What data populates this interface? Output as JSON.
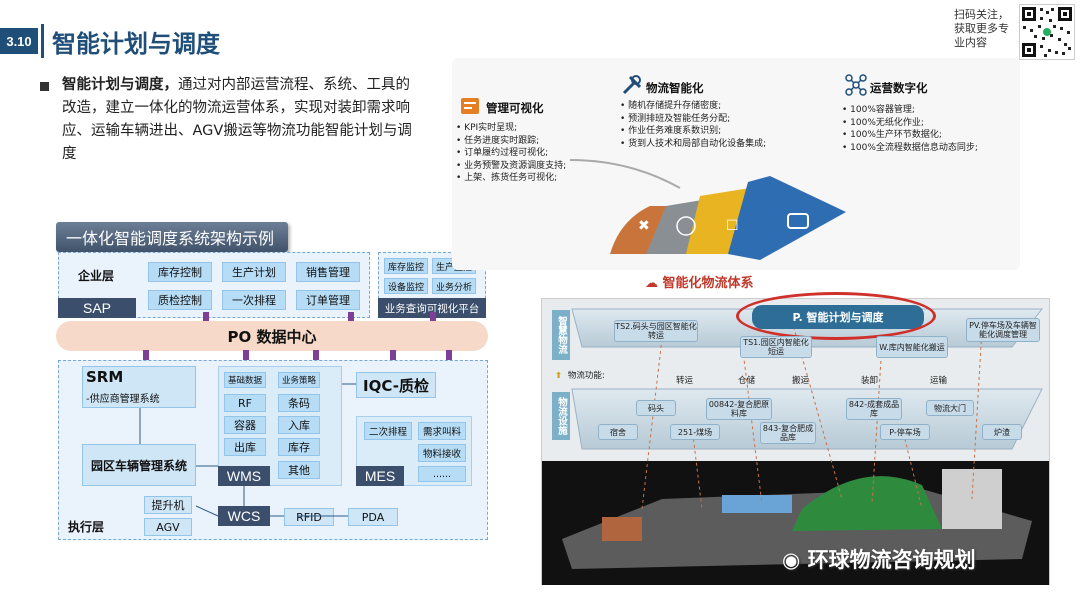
{
  "header": {
    "section_no": "3.10",
    "title": "智能计划与调度",
    "qr_text": "扫码关注，获取更多专业内容"
  },
  "bullet": {
    "bold": "智能计划与调度，",
    "text": "通过对内部运营流程、系统、工具的改造，建立一体化的物流运营体系，实现对装卸需求响应、运输车辆进出、AGV搬运等物流功能智能计划与调度"
  },
  "arch": {
    "title": "一体化智能调度系统架构示例",
    "enterprise_label": "企业层",
    "sap": "SAP",
    "enterprise_cells": [
      "库存控制",
      "生产计划",
      "销售管理",
      "质检控制",
      "一次排程",
      "订单管理"
    ],
    "monitor_cells": [
      "库存监控",
      "生产监控",
      "设备监控",
      "业务分析"
    ],
    "monitor_platform": "业务查询可视化平台",
    "po": "PO 数据中心",
    "srm": "SRM",
    "srm_sub": "-供应商管理系统",
    "park": "园区车辆管理系统",
    "wms_left": [
      "基础数据",
      "RF",
      "容器",
      "出库"
    ],
    "wms_right": [
      "业务策略",
      "条码",
      "入库",
      "库存",
      "其他"
    ],
    "wms": "WMS",
    "iqc": "IQC-质检",
    "mes_cells": [
      "二次排程",
      "需求叫料",
      "物料接收",
      "......"
    ],
    "mes": "MES",
    "hoist": "提升机",
    "agv": "AGV",
    "wcs": "WCS",
    "rfid": "RFID",
    "pda": "PDA",
    "exec_label": "执行层"
  },
  "system": {
    "col1": {
      "title": "管理可视化",
      "items": [
        "KPI实时呈现;",
        "任务进度实时跟踪;",
        "订单履约过程可视化;",
        "业务预警及资源调度支持;",
        "上架、拣货任务可视化;"
      ]
    },
    "col2": {
      "title": "物流智能化",
      "items": [
        "随机存储提升存储密度;",
        "预测排班及智能任务分配;",
        "作业任务难度系数识别;",
        "货到人技术和局部自动化设备集成;"
      ]
    },
    "col3": {
      "title": "运营数字化",
      "items": [
        "100%容器管理;",
        "100%无纸化作业;",
        "100%生产环节数据化;",
        "100%全流程数据信息动态同步;"
      ]
    },
    "name": "智能化物流体系",
    "colors": [
      "#c9743a",
      "#8a8f94",
      "#e8b422",
      "#2f6db3"
    ]
  },
  "map": {
    "side_top": "智慧物流",
    "side_bottom": "物流设施",
    "center": "P. 智能计划与调度",
    "top_tags": [
      "TS2.码头与园区智能化转运",
      "TS1.园区内智能化短运",
      "W.库内智能化搬运",
      "PV.停车场及车辆智能化调度管理"
    ],
    "func_label": "物流功能:",
    "funcs": [
      "转运",
      "仓储",
      "搬运",
      "装卸",
      "运输"
    ],
    "bottom_tags": [
      "码头",
      "00842-复合肥原料库",
      "842-成套成品库",
      "物流大门",
      "宿舍",
      "251-煤场",
      "843-复合肥成品库",
      "P-停车场",
      "炉渣"
    ],
    "watermark": "环球物流咨询规划"
  }
}
